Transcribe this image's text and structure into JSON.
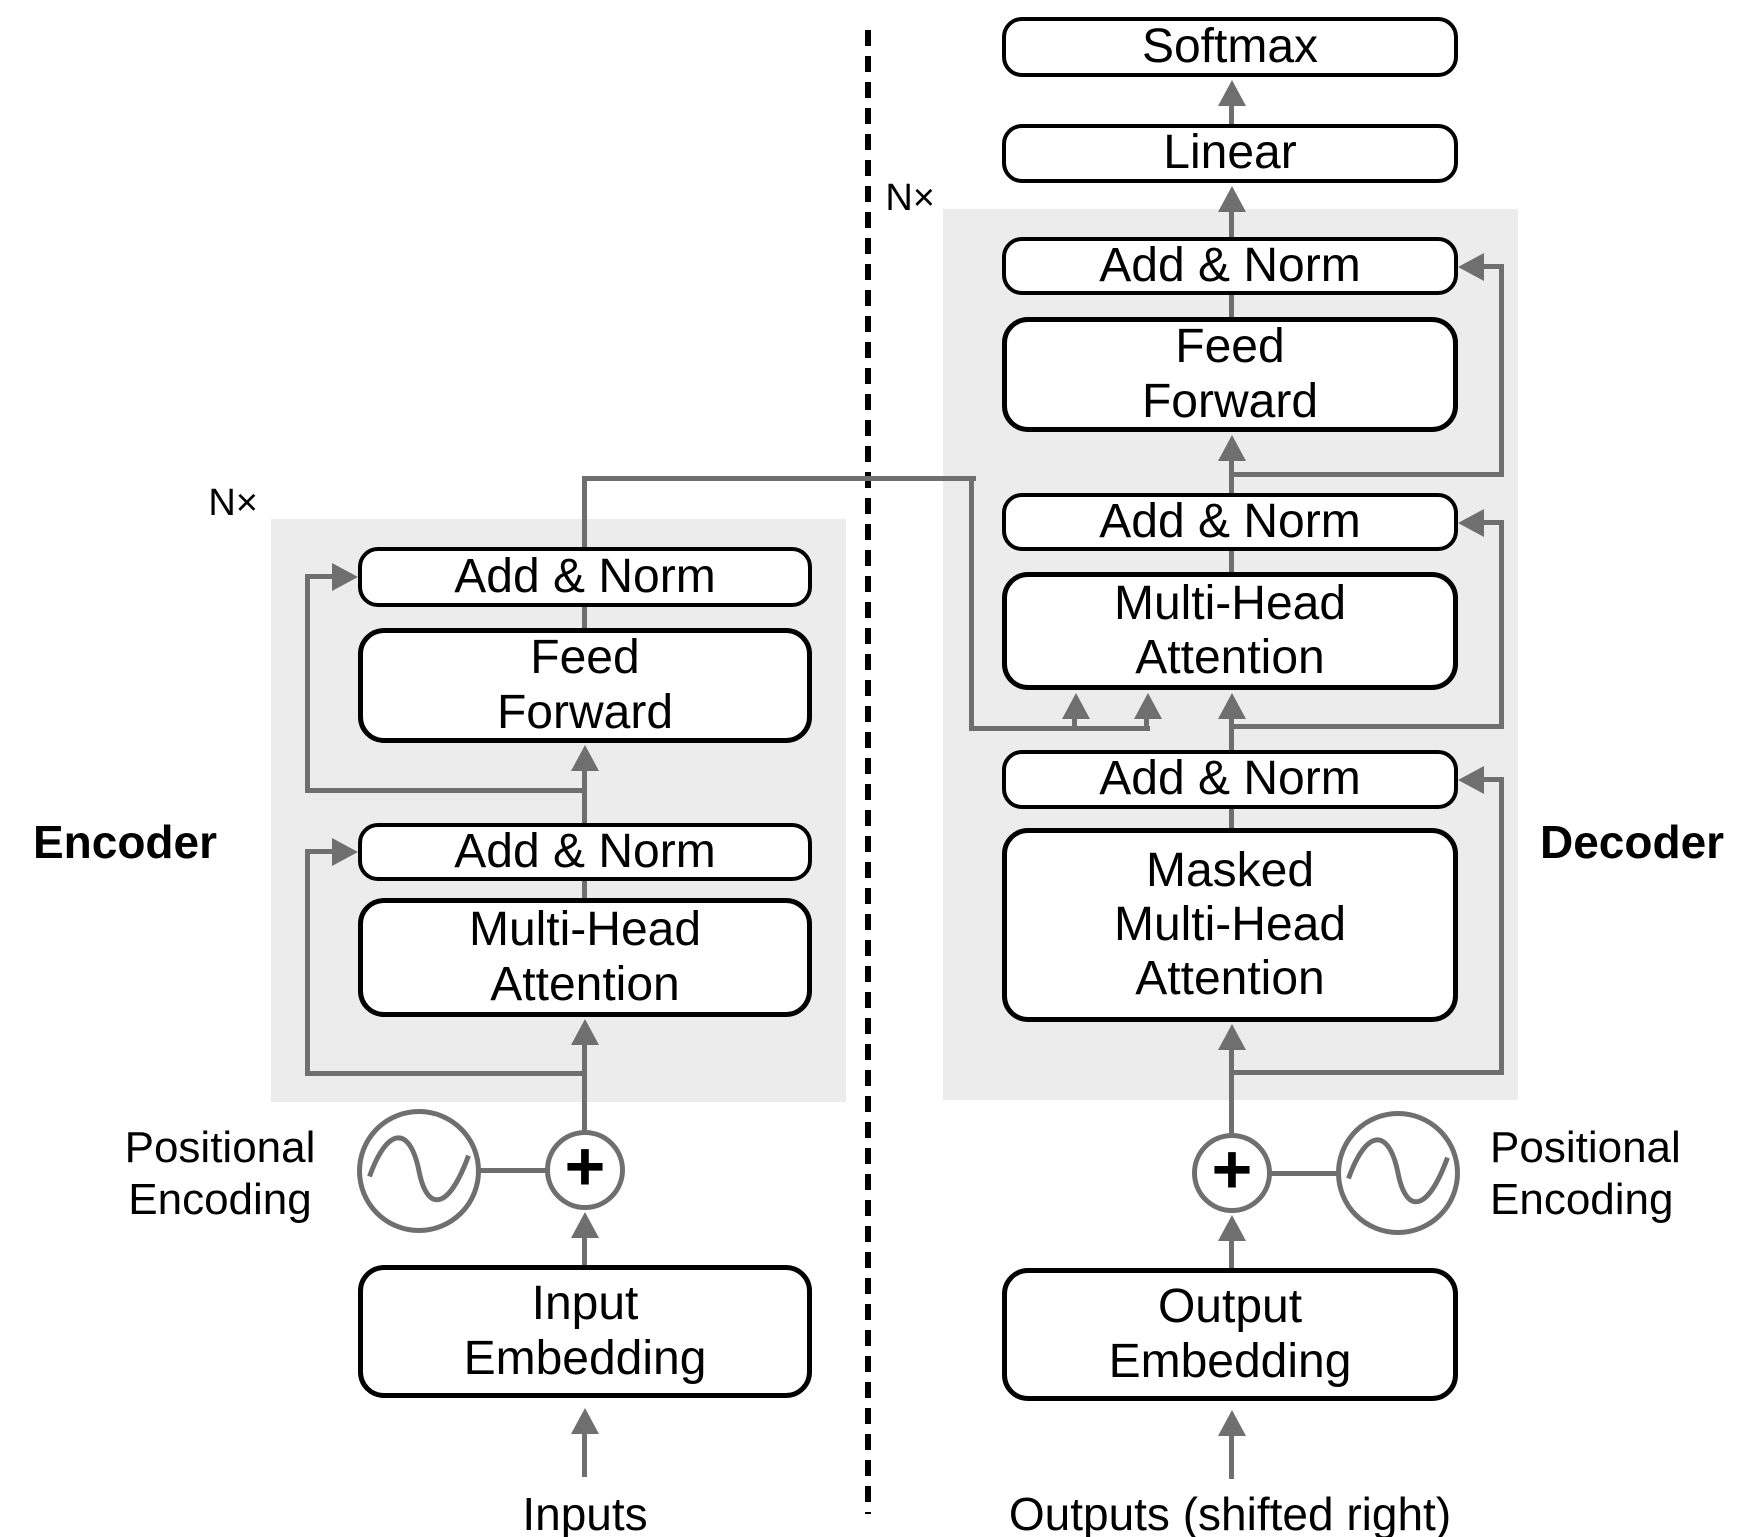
{
  "colors": {
    "line": "#6f6f6f",
    "box_border": "#000000",
    "box_fill": "#ffffff",
    "gray_panel": "#ececec",
    "background": "#ffffff"
  },
  "labels": {
    "softmax": "Softmax",
    "linear": "Linear",
    "add_norm": "Add & Norm",
    "feed_forward": "Feed\nForward",
    "multi_head_attention": "Multi-Head\nAttention",
    "masked_multi_head_attention": "Masked\nMulti-Head\nAttention",
    "input_embedding": "Input\nEmbedding",
    "output_embedding": "Output\nEmbedding",
    "inputs": "Inputs",
    "outputs": "Outputs (shifted right)",
    "positional_encoding": "Positional\nEncoding",
    "encoder": "Encoder",
    "decoder": "Decoder",
    "n_times": "N×",
    "plus": "+"
  }
}
